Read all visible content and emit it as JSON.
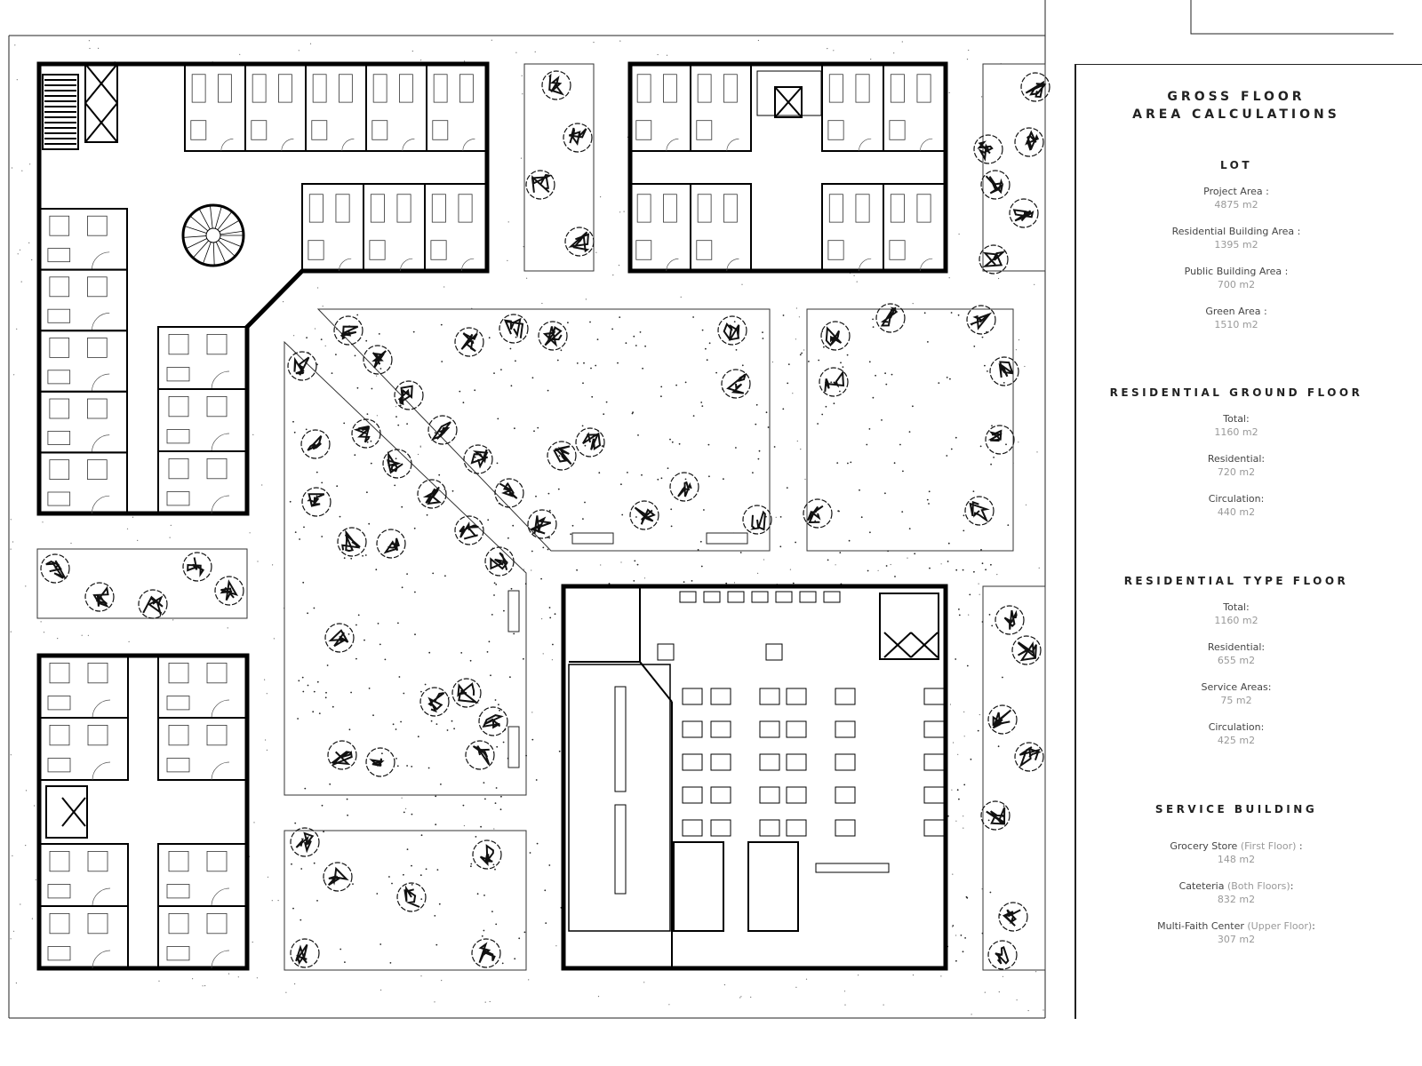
{
  "panel": {
    "title_line1": "GROSS FLOOR",
    "title_line2": "AREA CALCULATIONS",
    "sections": [
      {
        "heading": "LOT",
        "items": [
          {
            "label": "Project Area :",
            "value": "4875 m2"
          },
          {
            "label": "Residential Building Area :",
            "value": "1395 m2"
          },
          {
            "label": "Public Building Area :",
            "value": "700 m2"
          },
          {
            "label": "Green Area :",
            "value": "1510 m2"
          }
        ]
      },
      {
        "heading": "RESIDENTIAL GROUND FLOOR",
        "items": [
          {
            "label": "Total:",
            "value": "1160 m2"
          },
          {
            "label": "Residential:",
            "value": "720 m2"
          },
          {
            "label": "Circulation:",
            "value": "440 m2"
          }
        ]
      },
      {
        "heading": "RESIDENTIAL TYPE FLOOR",
        "items": [
          {
            "label": "Total:",
            "value": "1160 m2"
          },
          {
            "label": "Residential:",
            "value": "655 m2"
          },
          {
            "label": "Service Areas:",
            "value": "75 m2"
          },
          {
            "label": "Circulation:",
            "value": "425 m2"
          }
        ]
      },
      {
        "heading": "SERVICE BUILDING",
        "items": [
          {
            "label": "Grocery Store",
            "paren": "(First Floor)",
            "suffix": " :",
            "value": "148 m2"
          },
          {
            "label": "Cateteria",
            "paren": "(Both Floors)",
            "suffix": ":",
            "value": "832 m2"
          },
          {
            "label": "Multi-Faith Center",
            "paren": "(Upper Floor)",
            "suffix": ":",
            "value": "307 m2"
          }
        ]
      }
    ]
  },
  "colors": {
    "wall": "#000000",
    "line": "#222222",
    "label": "#444444",
    "value": "#999999"
  }
}
